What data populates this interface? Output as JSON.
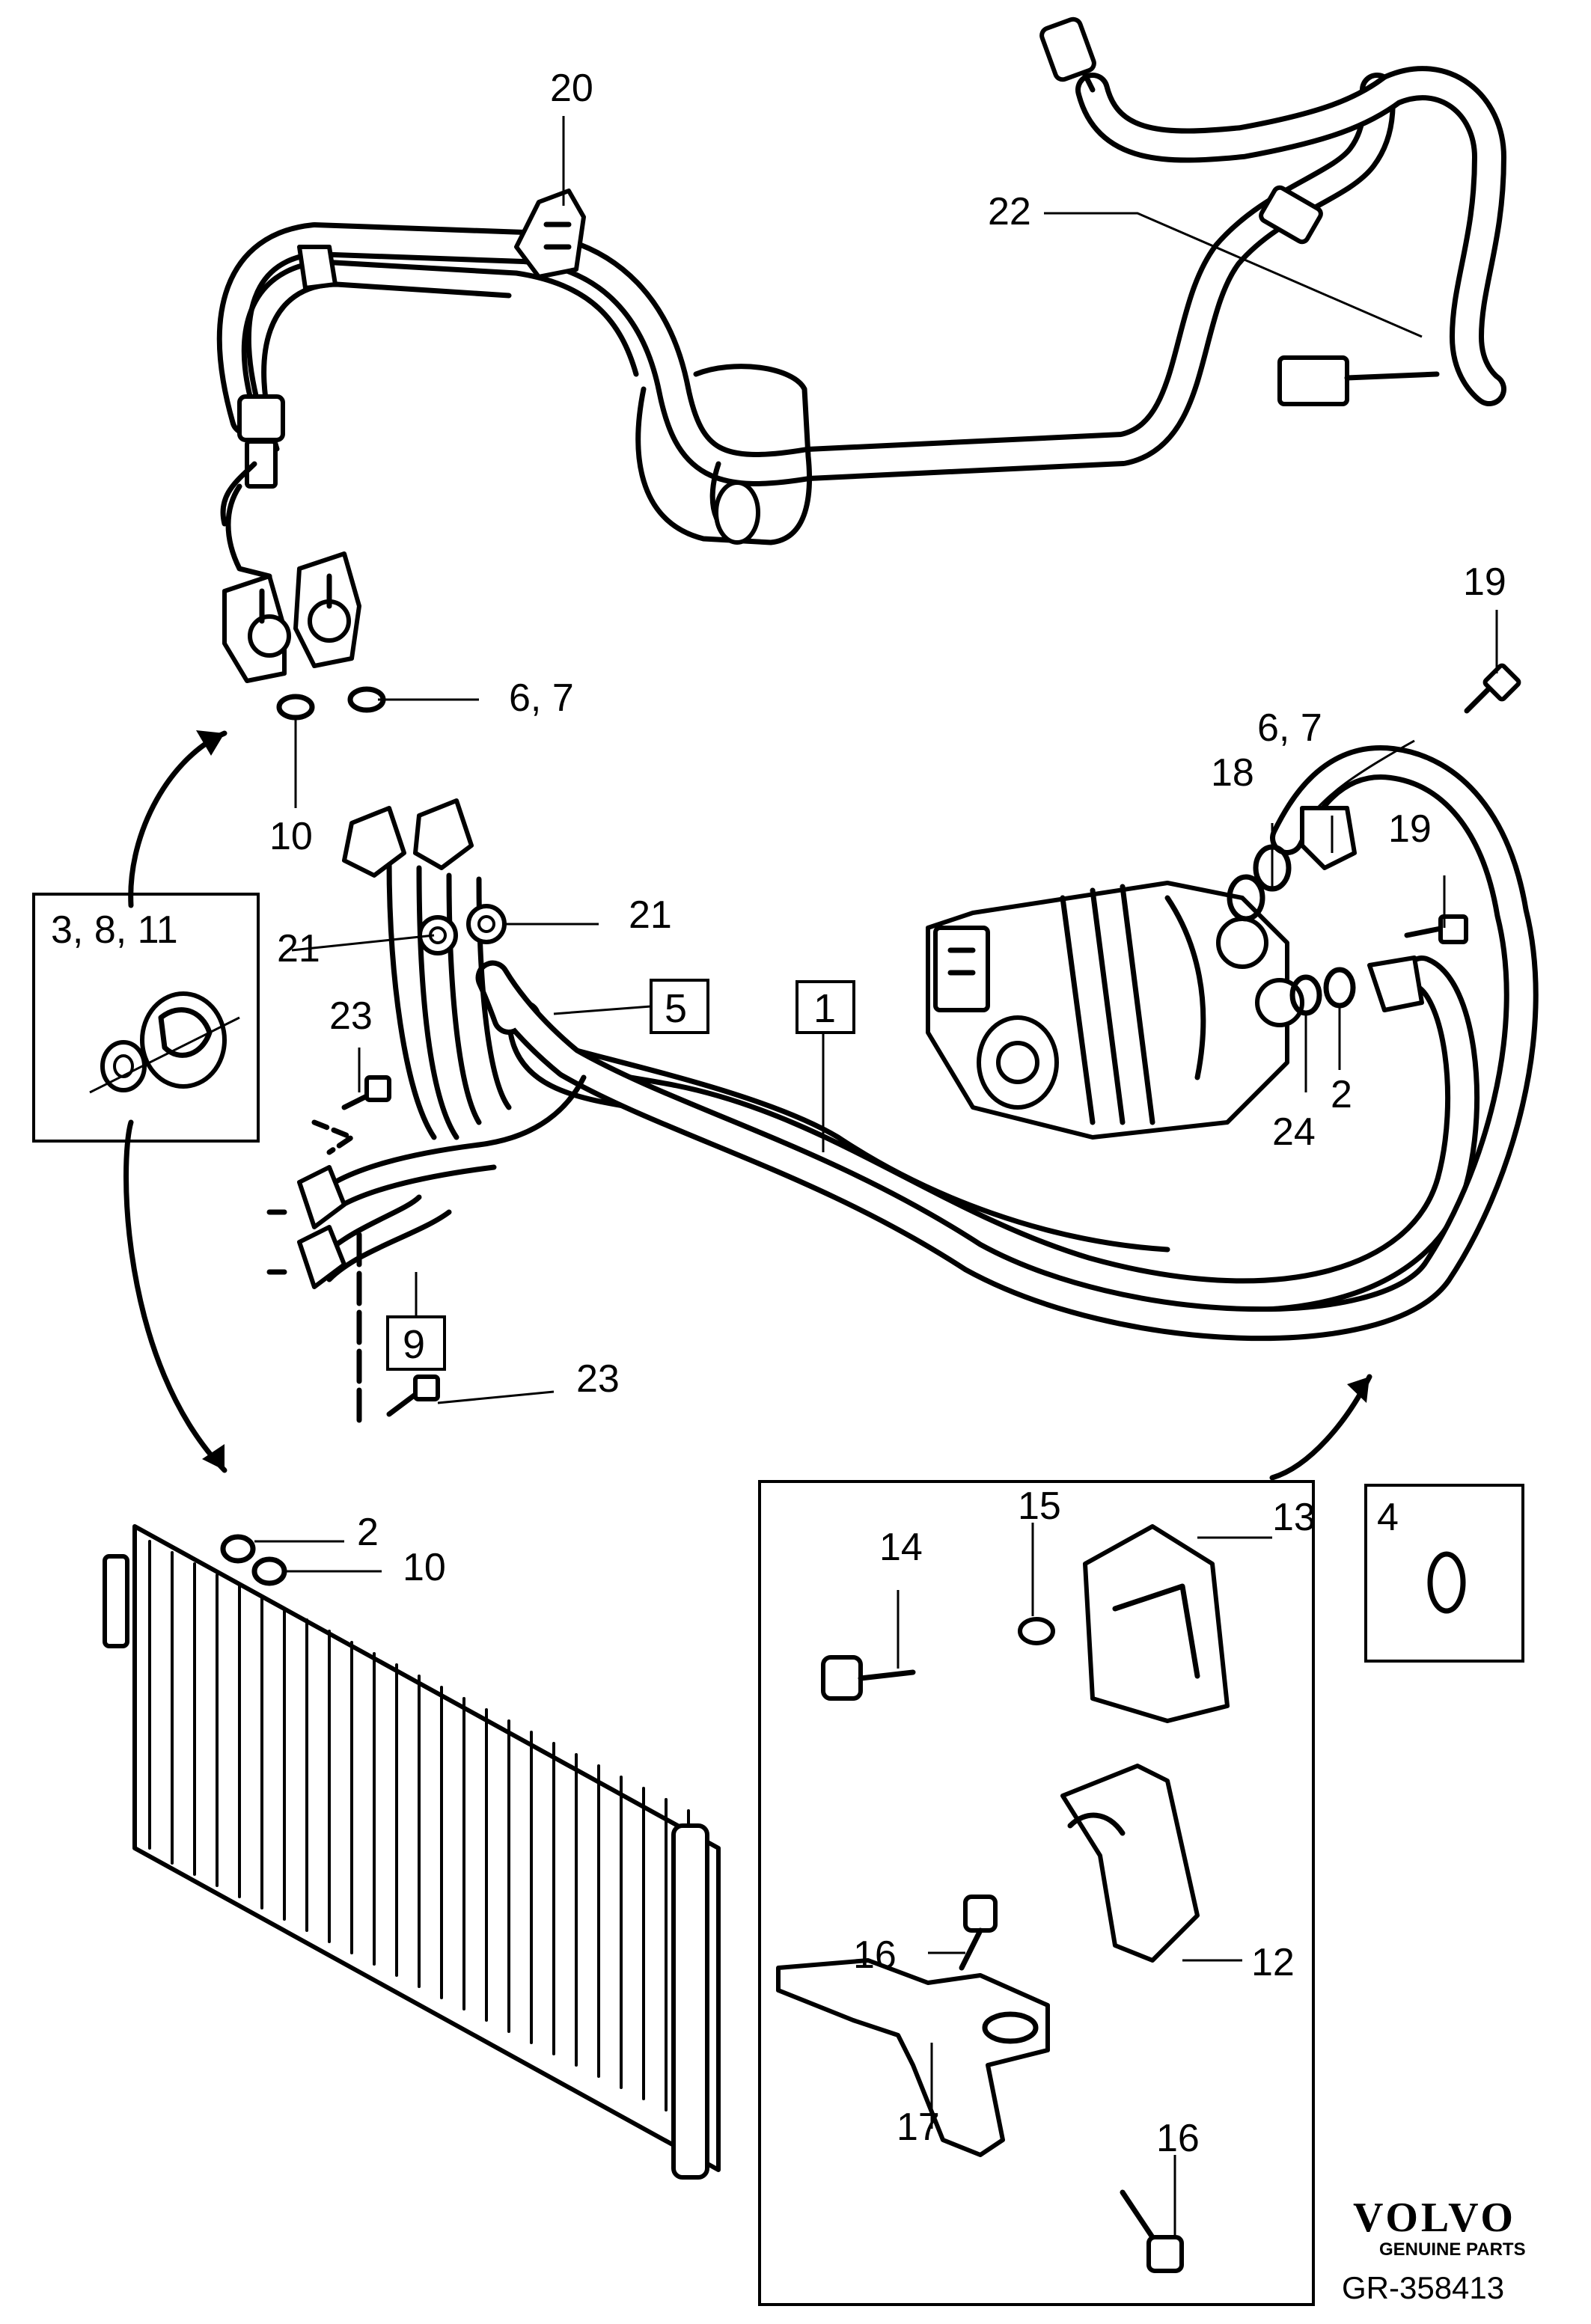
{
  "labels": {
    "p20": "20",
    "p22": "22",
    "p19_top": "19",
    "p19_right": "19",
    "p6_7_upper": "6, 7",
    "p6_7_right": "6, 7",
    "p18": "18",
    "p10_upper": "10",
    "p21_left": "21",
    "p21_right": "21",
    "p3_8_11": "3, 8, 11",
    "p5": "5",
    "p1": "1",
    "p23_upper": "23",
    "p23_lower": "23",
    "p9": "9",
    "p24": "24",
    "p2_right": "2",
    "p2_lower": "2",
    "p10_lower": "10",
    "p4": "4",
    "p13": "13",
    "p14": "14",
    "p15": "15",
    "p12": "12",
    "p16_upper": "16",
    "p16_lower": "16",
    "p17": "17"
  },
  "brand": {
    "name": "VOLVO",
    "subtitle": "GENUINE PARTS"
  },
  "drawing_code": "GR-358413"
}
